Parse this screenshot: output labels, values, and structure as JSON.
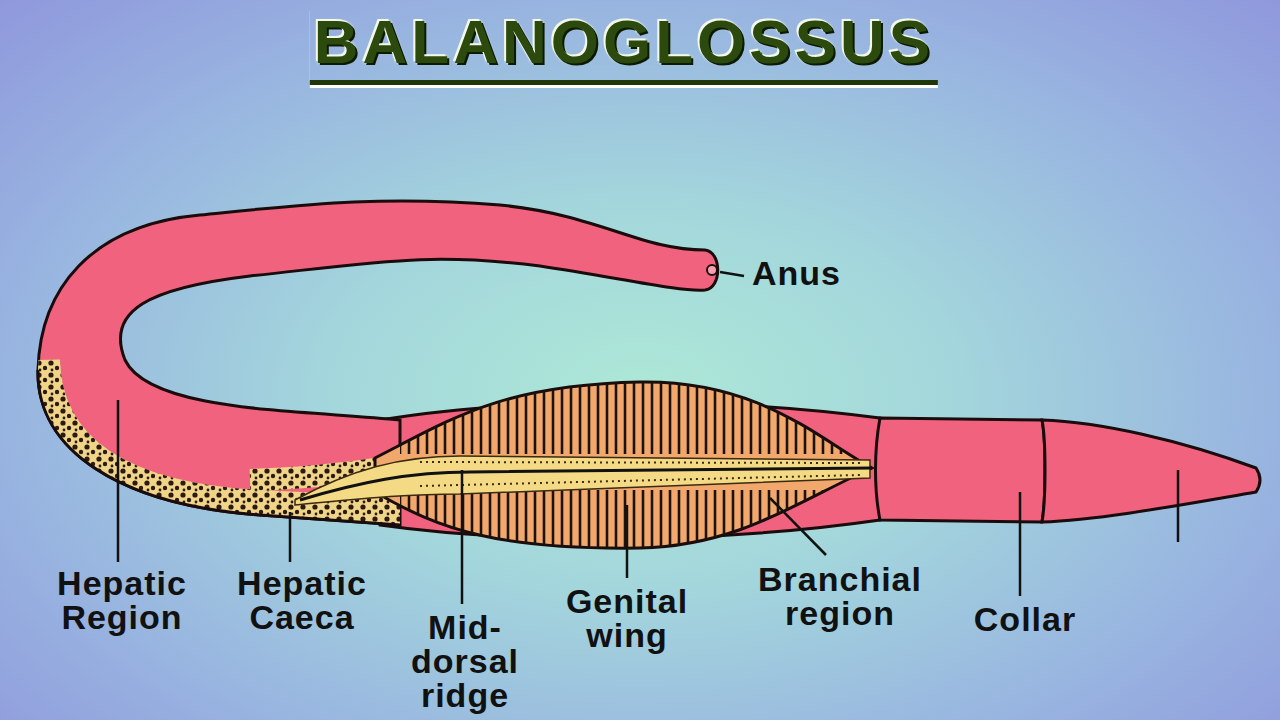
{
  "diagram": {
    "title": "BALANOGLOSSUS",
    "labels": [
      "Anus",
      "Hepatic Region",
      "Hepatic Caeca",
      "Mid- dorsal ridge",
      "Genital wing",
      "Branchial region",
      "Collar"
    ]
  }
}
